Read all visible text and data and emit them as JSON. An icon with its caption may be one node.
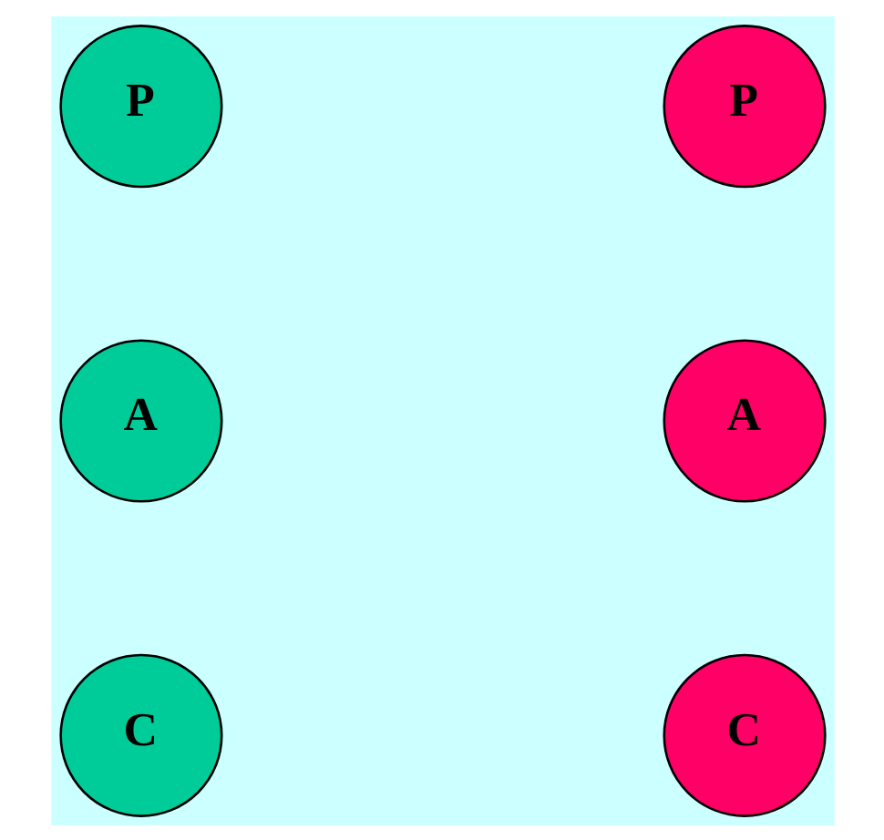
{
  "diagram": {
    "nodes": [
      {
        "text": [
          "P"
        ]
      },
      {
        "text": [
          "P"
        ]
      },
      {
        "text": [
          "A"
        ]
      },
      {
        "text": [
          "A"
        ]
      },
      {
        "text": [
          "C"
        ]
      },
      {
        "text": [
          "C"
        ]
      }
    ]
  }
}
